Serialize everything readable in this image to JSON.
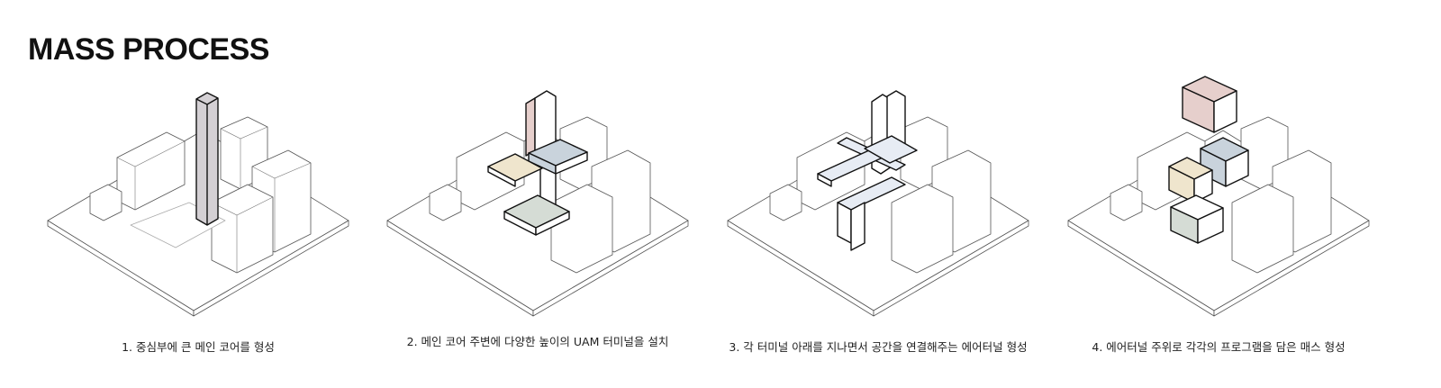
{
  "title": "MASS PROCESS",
  "panels": [
    {
      "caption": "1. 중심부에 큰 메인 코어를 형성"
    },
    {
      "caption": "2. 메인 코어 주변에 다양한 높이의 UAM 터미널을 설치"
    },
    {
      "caption": "3. 각 터미널 아래를 지나면서 공간을 연결해주는 에어터널 형성"
    },
    {
      "caption": "4. 에어터널 주위로 각각의 프로그램을 담은 매스 형성"
    }
  ],
  "colors": {
    "core": "#d4d0d4",
    "pink": "#e6cfcc",
    "blue": "#c9d3dc",
    "tan": "#efe5cd",
    "gray": "#d5dcd5",
    "tunnel": "#e7ecf4"
  }
}
